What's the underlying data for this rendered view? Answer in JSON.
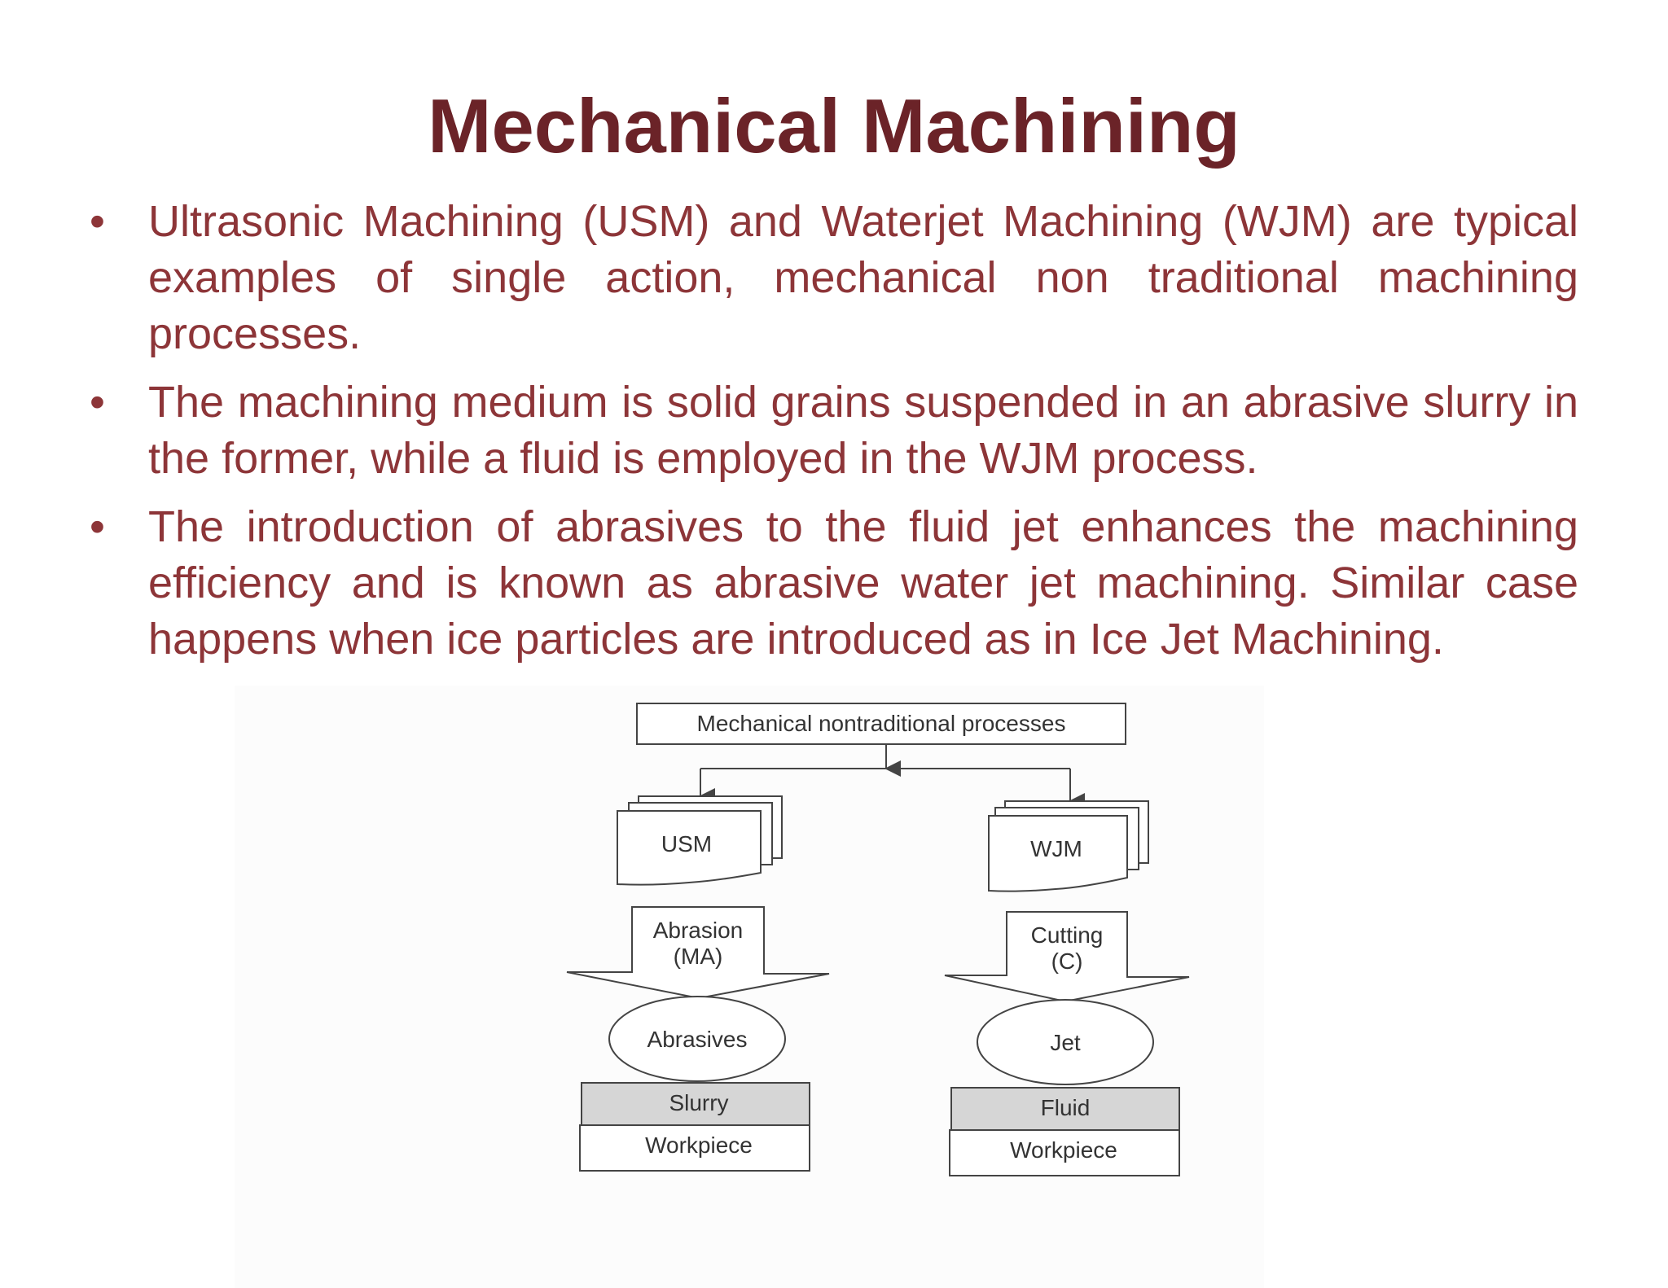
{
  "slide": {
    "title": "Mechanical Machining",
    "bullets": [
      "Ultrasonic Machining (USM) and Waterjet Machining (WJM) are typical  examples of single action, mechanical non traditional machining processes.",
      "The machining medium is solid grains suspended in an abrasive slurry in the  former, while a fluid is employed in the WJM process.",
      "The introduction of abrasives to the fluid jet enhances the machining efficiency and is known as abrasive water jet machining. Similar case happens when ice particles are introduced as in Ice Jet Machining."
    ],
    "bullet_symbol": "•"
  },
  "diagram": {
    "root": "Mechanical nontraditional processes",
    "left": {
      "process": "USM",
      "action_line1": "Abrasion",
      "action_line2": "(MA)",
      "tool": "Abrasives",
      "medium": "Slurry",
      "workpiece": "Workpiece"
    },
    "right": {
      "process": "WJM",
      "action_line1": "Cutting",
      "action_line2": "(C)",
      "tool": "Jet",
      "medium": "Fluid",
      "workpiece": "Workpiece"
    }
  },
  "colors": {
    "title": "#6b2328",
    "body_text": "#8d3538",
    "diagram_line": "#444444",
    "medium_fill": "#d6d6d6"
  }
}
